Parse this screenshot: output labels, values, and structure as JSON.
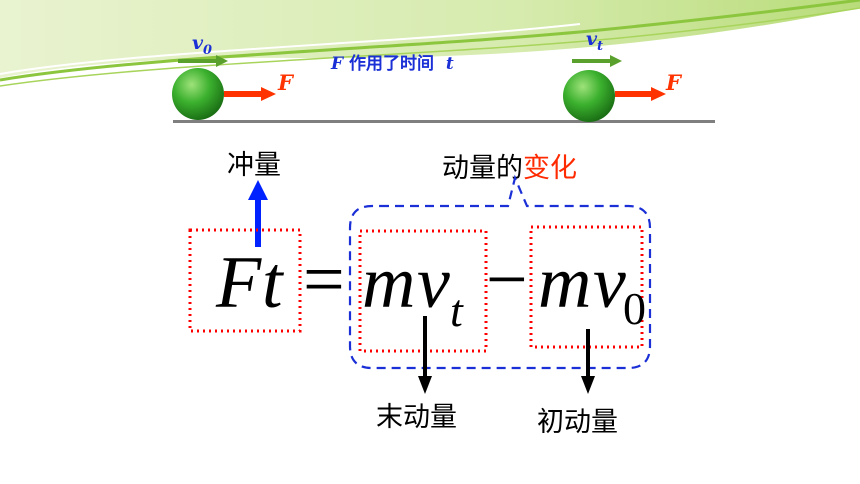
{
  "scene": {
    "caption_symbol": "F",
    "caption_text": "作用了时间",
    "caption_time": "t",
    "ball_left": {
      "velocity_symbol": "v",
      "velocity_subscript": "0",
      "force_symbol": "F"
    },
    "ball_right": {
      "velocity_symbol": "v",
      "velocity_subscript": "t",
      "force_symbol": "F"
    }
  },
  "labels": {
    "impulse": "冲量",
    "momentum_change_prefix": "动量的",
    "momentum_change_highlight": "变化",
    "final_momentum": "末动量",
    "initial_momentum": "初动量"
  },
  "equation": {
    "F": "F",
    "t": "t",
    "equals": "=",
    "m1": "m",
    "v1": "v",
    "sub1": "t",
    "minus": "−",
    "m2": "m",
    "v2": "v",
    "sub2": "0"
  },
  "colors": {
    "accent_green": "#8cc63f",
    "ball_green": "#2ca02c",
    "force_arrow": "#ff3300",
    "velocity_arrow": "#5aa02c",
    "caption_blue": "#1a2fd6",
    "highlight_red": "#ff2a00",
    "box_red": "#ff0000",
    "dashed_blue": "#1a2fd6",
    "impulse_arrow": "#0022ff"
  }
}
